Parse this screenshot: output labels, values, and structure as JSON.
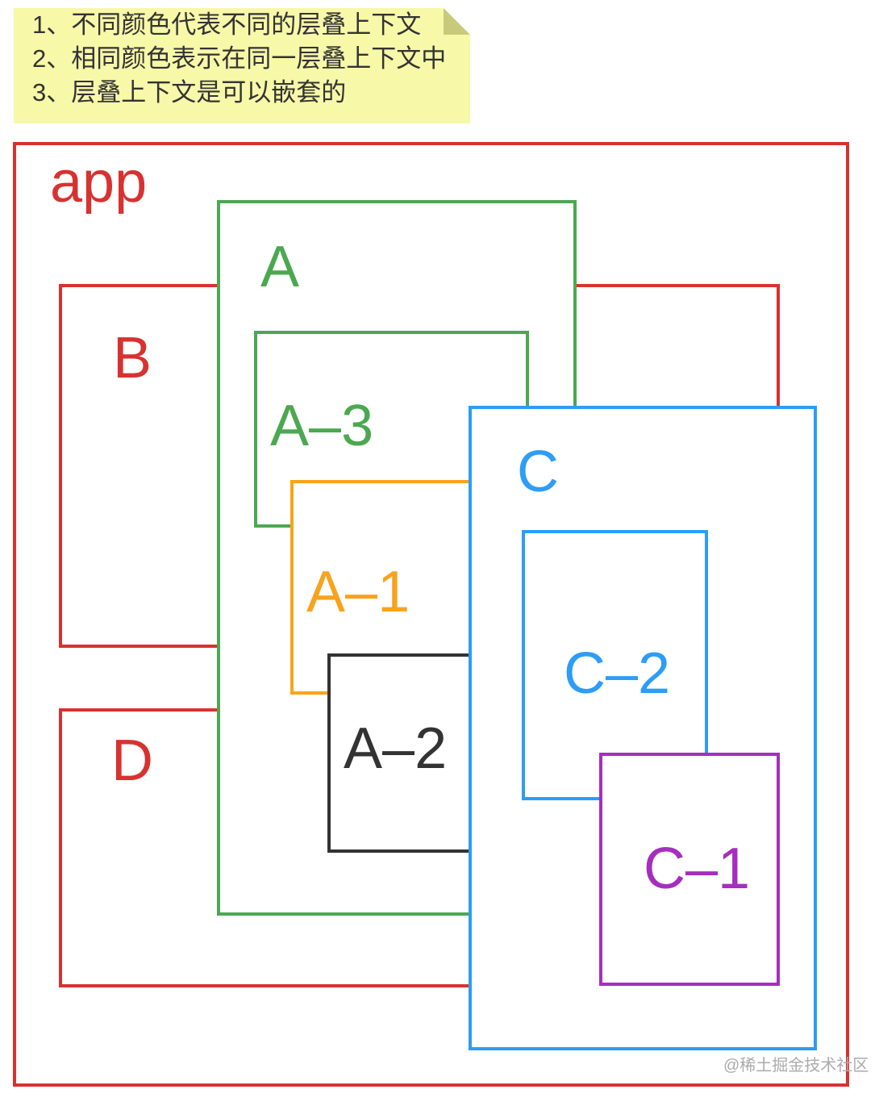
{
  "note": {
    "lines": [
      "1、不同颜色代表不同的层叠上下文",
      "2、相同颜色表示在同一层叠上下文中",
      "3、层叠上下文是可以嵌套的"
    ]
  },
  "boxes": [
    {
      "id": "app",
      "label": "app",
      "color": "red"
    },
    {
      "id": "B",
      "label": "B",
      "color": "red"
    },
    {
      "id": "D",
      "label": "D",
      "color": "red"
    },
    {
      "id": "A",
      "label": "A",
      "color": "green"
    },
    {
      "id": "A-3",
      "label": "A–3",
      "color": "green"
    },
    {
      "id": "A-1",
      "label": "A–1",
      "color": "orange"
    },
    {
      "id": "A-2",
      "label": "A–2",
      "color": "dark"
    },
    {
      "id": "C",
      "label": "C",
      "color": "blue"
    },
    {
      "id": "C-2",
      "label": "C–2",
      "color": "blue"
    },
    {
      "id": "C-1",
      "label": "C–1",
      "color": "purple"
    }
  ],
  "watermark": "@稀土掘金技术社区",
  "colors": {
    "red": "#d73230",
    "green": "#4ca850",
    "orange": "#f8a31c",
    "blue": "#2d9df5",
    "purple": "#a62ebe",
    "dark": "#333333",
    "note_bg": "#f7f8a8",
    "note_fold": "#c8c97a",
    "note_text": "#333333",
    "watermark": "#ababab"
  }
}
